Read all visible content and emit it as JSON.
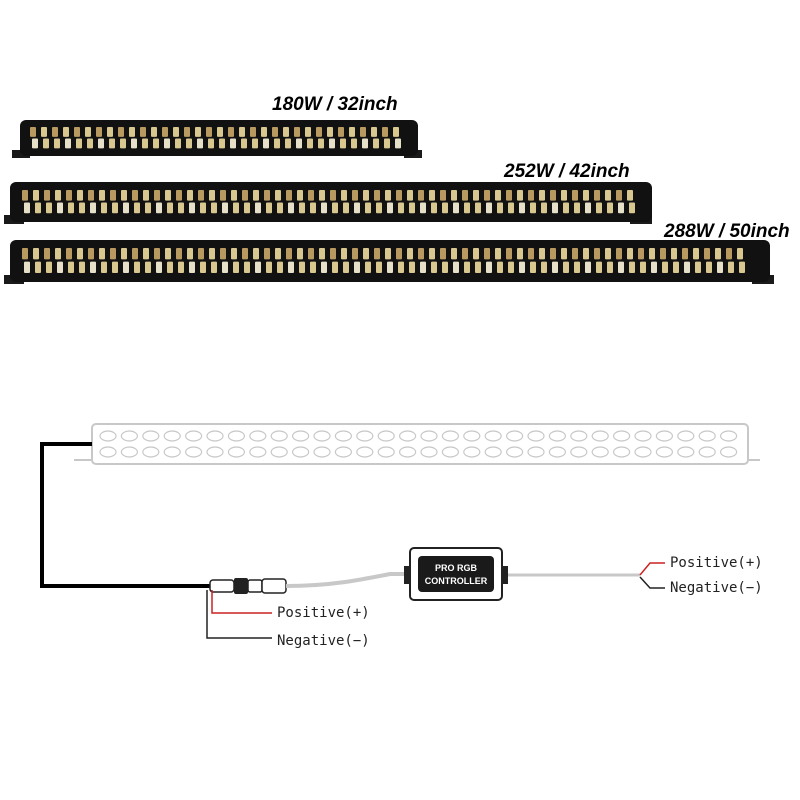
{
  "light_bars": [
    {
      "label": "180W / 32inch"
    },
    {
      "label": "252W / 42inch"
    },
    {
      "label": "288W / 50inch"
    }
  ],
  "controller": {
    "line1": "PRO RGB",
    "line2": "CONTROLLER"
  },
  "input_wires": {
    "positive": "Positive(+)",
    "negative": "Negative(−)"
  },
  "output_wires": {
    "positive": "Positive(+)",
    "negative": "Negative(−)"
  },
  "colors": {
    "positive_wire": "#cc2222",
    "negative_wire": "#222222",
    "bar_housing": "#111111",
    "led_chip": "#d8c890",
    "outline_bar": "#c8c8c8"
  }
}
